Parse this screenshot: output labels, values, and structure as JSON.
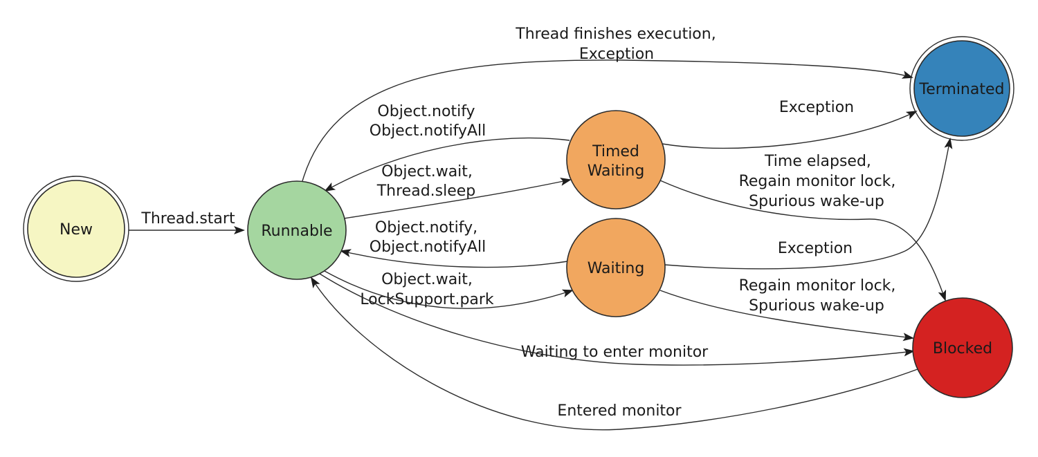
{
  "diagram": {
    "type": "state-diagram",
    "subject": "Java thread lifecycle states",
    "colors": {
      "background": "#ffffff",
      "edge_stroke": "#2b2b2b",
      "label_text": "#1a1a1a"
    },
    "nodes": {
      "new": {
        "label": "New",
        "fill": "#f6f6c3",
        "text_fill": "#1a1a1a",
        "shape": "double-circle"
      },
      "runnable": {
        "label": "Runnable",
        "fill": "#a5d6a0",
        "text_fill": "#1a1a1a",
        "shape": "circle"
      },
      "timed_waiting": {
        "lines": [
          "Timed",
          "Waiting"
        ],
        "fill": "#f1a75f",
        "text_fill": "#1a1a1a",
        "shape": "circle"
      },
      "waiting": {
        "label": "Waiting",
        "fill": "#f1a75f",
        "text_fill": "#1a1a1a",
        "shape": "circle"
      },
      "terminated": {
        "label": "Terminated",
        "fill": "#3583ba",
        "text_fill": "#15243c",
        "shape": "double-circle"
      },
      "blocked": {
        "label": "Blocked",
        "fill": "#d42221",
        "text_fill": "#1a1a1a",
        "shape": "circle"
      }
    },
    "edges": {
      "new_to_runnable": {
        "from": "New",
        "to": "Runnable",
        "label_lines": [
          "Thread.start"
        ]
      },
      "runnable_to_terminated": {
        "from": "Runnable",
        "to": "Terminated",
        "label_lines": [
          "Thread finishes execution,",
          "Exception"
        ]
      },
      "timed_waiting_to_runnable": {
        "from": "Timed Waiting",
        "to": "Runnable",
        "label_lines": [
          "Object.notify",
          "Object.notifyAll"
        ]
      },
      "runnable_to_timed_waiting": {
        "from": "Runnable",
        "to": "Timed Waiting",
        "label_lines": [
          "Object.wait,",
          "Thread.sleep"
        ]
      },
      "timed_waiting_to_terminated": {
        "from": "Timed Waiting",
        "to": "Terminated",
        "label_lines": [
          "Exception"
        ]
      },
      "timed_waiting_to_blocked": {
        "from": "Timed Waiting",
        "to": "Blocked",
        "label_lines": [
          "Time elapsed,",
          "Regain monitor lock,",
          "Spurious wake-up"
        ]
      },
      "waiting_to_runnable": {
        "from": "Waiting",
        "to": "Runnable",
        "label_lines": [
          "Object.notify,",
          "Object.notifyAll"
        ]
      },
      "runnable_to_waiting": {
        "from": "Runnable",
        "to": "Waiting",
        "label_lines": [
          "Object.wait,",
          "LockSupport.park"
        ]
      },
      "waiting_to_terminated": {
        "from": "Waiting",
        "to": "Terminated",
        "label_lines": [
          "Exception"
        ]
      },
      "waiting_to_blocked": {
        "from": "Waiting",
        "to": "Blocked",
        "label_lines": [
          "Regain monitor lock,",
          "Spurious wake-up"
        ]
      },
      "runnable_to_blocked": {
        "from": "Runnable",
        "to": "Blocked",
        "label_lines": [
          "Waiting to enter monitor"
        ]
      },
      "blocked_to_runnable": {
        "from": "Blocked",
        "to": "Runnable",
        "label_lines": [
          "Entered monitor"
        ]
      }
    }
  }
}
